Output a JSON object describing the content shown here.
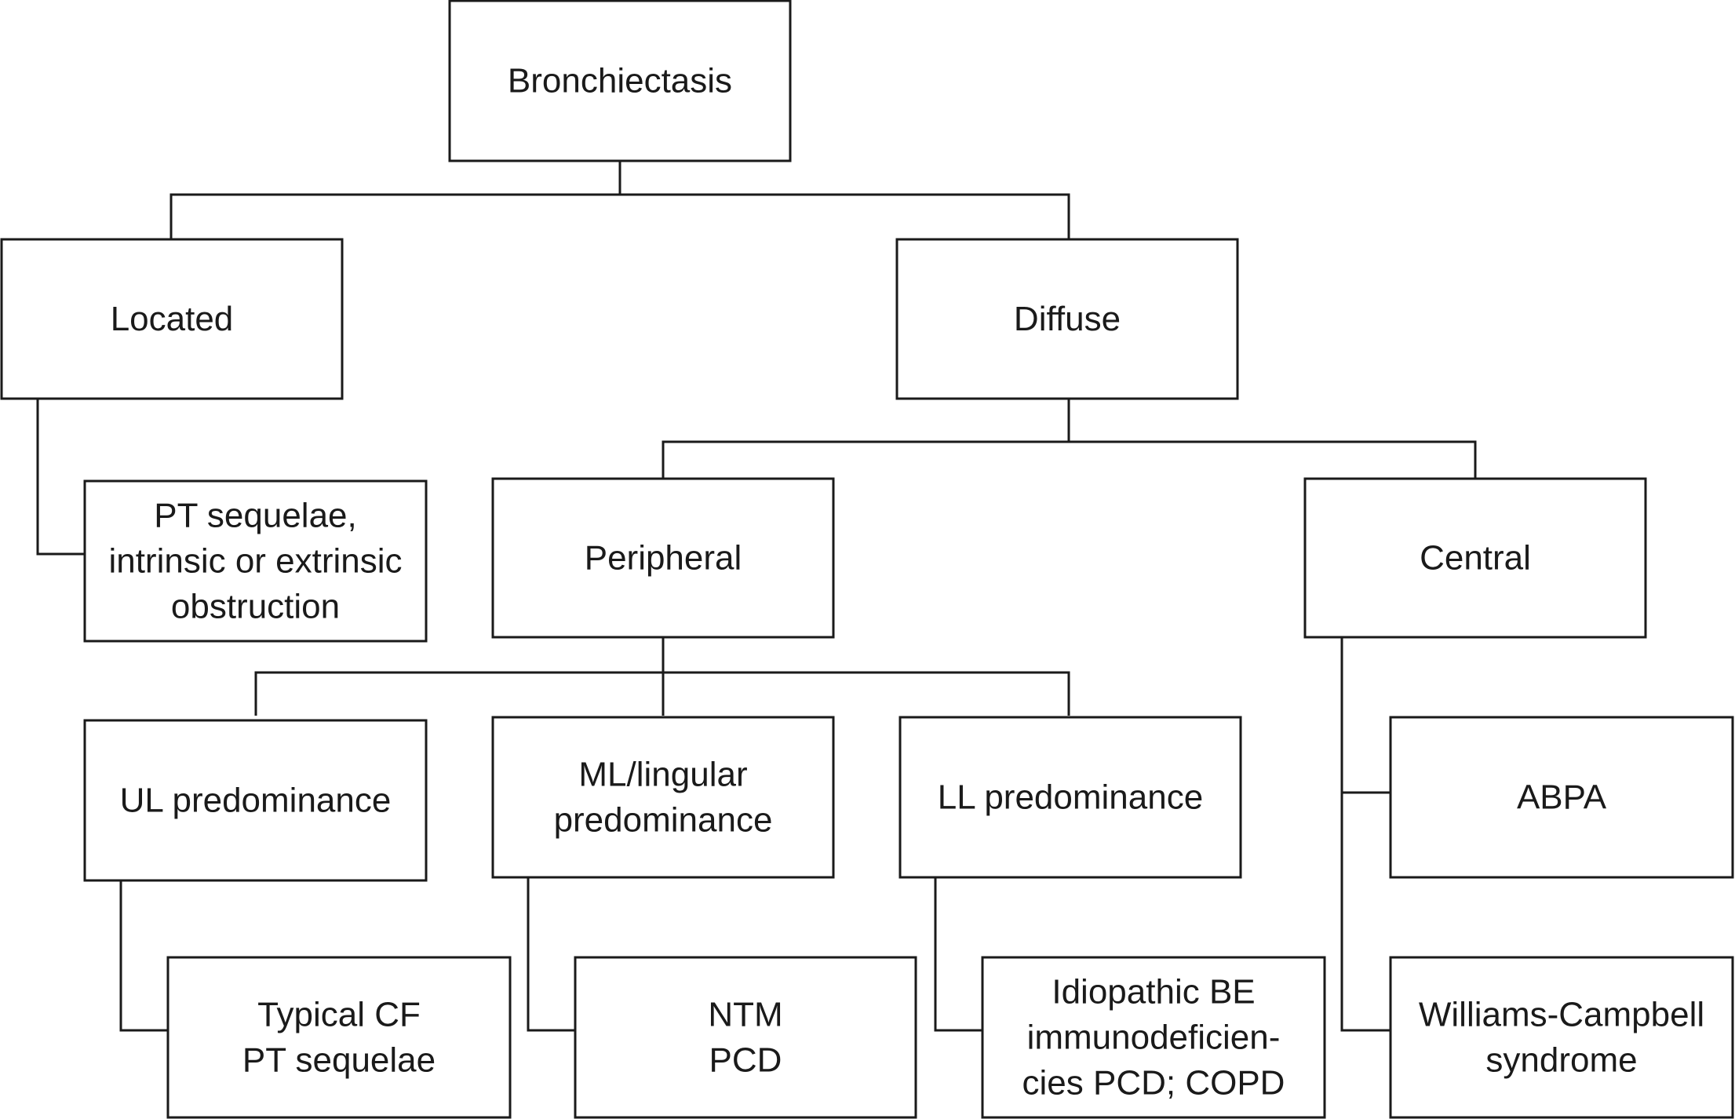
{
  "nodes": {
    "bronchiectasis": {
      "lines": [
        "Bronchiectasis"
      ]
    },
    "located": {
      "lines": [
        "Located"
      ]
    },
    "diffuse": {
      "lines": [
        "Diffuse"
      ]
    },
    "pt_sequelae_obstruction": {
      "lines": [
        "PT sequelae,",
        "intrinsic or extrinsic",
        "obstruction"
      ]
    },
    "peripheral": {
      "lines": [
        "Peripheral"
      ]
    },
    "central": {
      "lines": [
        "Central"
      ]
    },
    "ul_predominance": {
      "lines": [
        "UL predominance"
      ]
    },
    "ml_lingular_predominance": {
      "lines": [
        "ML/lingular",
        "predominance"
      ]
    },
    "ll_predominance": {
      "lines": [
        "LL predominance"
      ]
    },
    "abpa": {
      "lines": [
        "ABPA"
      ]
    },
    "typical_cf": {
      "lines": [
        "Typical CF",
        "PT sequelae"
      ]
    },
    "ntm_pcd": {
      "lines": [
        "NTM",
        "PCD"
      ]
    },
    "idiopathic_be": {
      "lines": [
        "Idiopathic BE",
        "immunodeficien-",
        "cies PCD; COPD"
      ]
    },
    "williams_campbell": {
      "lines": [
        "Williams-Campbell",
        "syndrome"
      ]
    }
  }
}
